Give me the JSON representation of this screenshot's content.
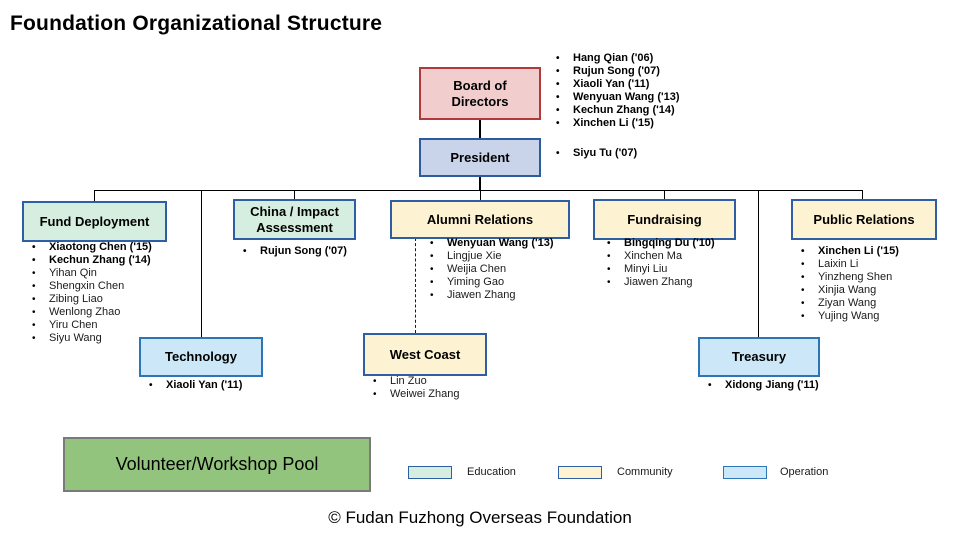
{
  "title": "Foundation Organizational Structure",
  "footer": "© Fudan Fuzhong Overseas Foundation",
  "board": {
    "label": "Board of Directors",
    "members": [
      "Hang Qian ('06)",
      "Rujun Song ('07)",
      "Xiaoli Yan ('11)",
      "Wenyuan Wang ('13)",
      "Kechun Zhang ('14)",
      "Xinchen Li ('15)"
    ]
  },
  "president": {
    "label": "President",
    "members": [
      "Siyu Tu ('07)"
    ]
  },
  "departments": [
    {
      "label": "Fund Deployment",
      "category": "education",
      "members": [
        "Xiaotong Chen ('15)",
        "Kechun Zhang ('14)",
        "Yihan Qin",
        "Shengxin Chen",
        "Zibing Liao",
        "Wenlong Zhao",
        "Yiru Chen",
        "Siyu Wang"
      ]
    },
    {
      "label": "China / Impact Assessment",
      "category": "education",
      "members": [
        "Rujun Song ('07)"
      ]
    },
    {
      "label": "Alumni Relations",
      "category": "community",
      "members": [
        "Wenyuan Wang ('13)",
        "Lingjue Xie",
        "Weijia Chen",
        "Yiming Gao",
        "Jiawen Zhang"
      ]
    },
    {
      "label": "Fundraising",
      "category": "community",
      "members": [
        "Bingqing Du ('10)",
        "Xinchen Ma",
        "Minyi Liu",
        "Jiawen Zhang"
      ]
    },
    {
      "label": "Public Relations",
      "category": "community",
      "members": [
        "Xinchen Li ('15)",
        "Laixin Li",
        "Yinzheng Shen",
        "Xinjia Wang",
        "Ziyan Wang",
        "Yujing Wang"
      ]
    },
    {
      "label": "Technology",
      "category": "operation",
      "members": [
        "Xiaoli Yan ('11)"
      ]
    },
    {
      "label": "West Coast",
      "category": "community",
      "members": [
        "Lin Zuo",
        "Weiwei Zhang"
      ]
    },
    {
      "label": "Treasury",
      "category": "operation",
      "members": [
        "Xidong Jiang ('11)"
      ]
    }
  ],
  "pool": {
    "label": "Volunteer/Workshop Pool"
  },
  "legend": [
    {
      "label": "Education",
      "color": "#D6EEDF"
    },
    {
      "label": "Community",
      "color": "#FDF2D1"
    },
    {
      "label": "Operation",
      "color": "#CBE7F8"
    }
  ],
  "colors": {
    "board_fill": "#F2CDCD",
    "board_border": "#B03A3A",
    "president_fill": "#C9D4EA",
    "president_border": "#2E5B9E",
    "education_fill": "#D6EEDF",
    "community_fill": "#FDF2D1",
    "operation_fill": "#CBE7F8",
    "box_border": "#2E5FA3",
    "operation_border": "#2E75B6",
    "pool_fill": "#93C47D",
    "pool_border": "#7A7A7A",
    "connector": "#000000"
  }
}
